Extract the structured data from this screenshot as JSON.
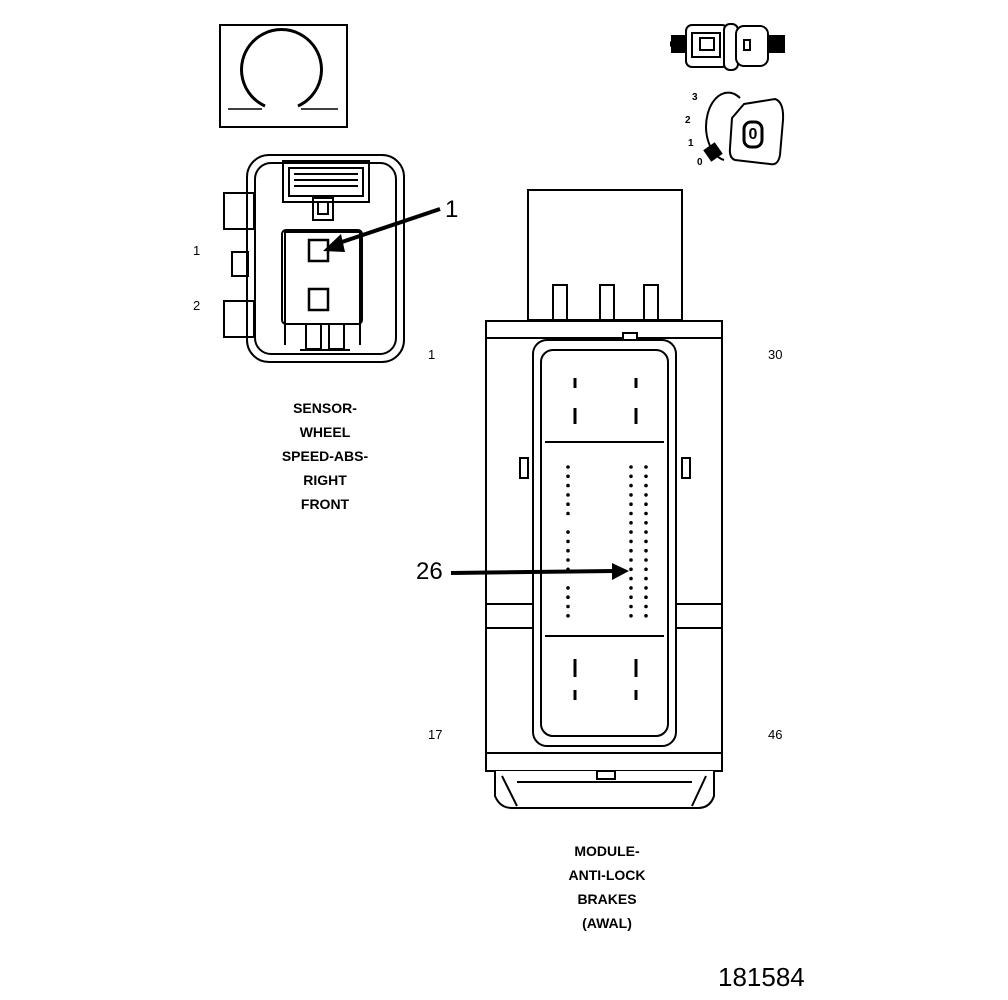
{
  "sensor": {
    "label_lines": [
      "SENSOR-",
      "WHEEL",
      "SPEED-ABS-",
      "RIGHT",
      "FRONT"
    ],
    "pin_labels": [
      "1",
      "2"
    ],
    "callout": "1"
  },
  "module": {
    "label_lines": [
      "MODULE-",
      "ANTI-LOCK",
      "BRAKES",
      "(AWAL)"
    ],
    "pin_labels": {
      "top_left": "1",
      "top_right": "30",
      "bottom_left": "17",
      "bottom_right": "46"
    },
    "callout": "26"
  },
  "ignition_positions": [
    "3",
    "2",
    "1",
    "0"
  ],
  "key_symbol": "0",
  "figure_number": "181584",
  "icons": [
    "terminal-symbol-icon",
    "connector-symbol-icon",
    "ignition-key-icon"
  ]
}
